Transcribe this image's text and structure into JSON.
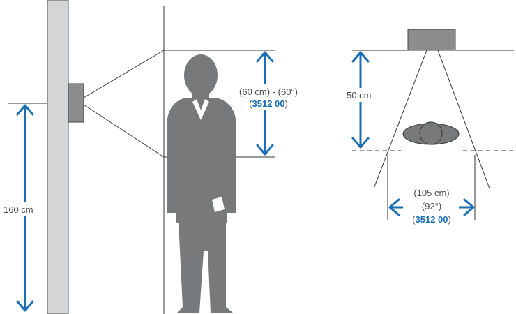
{
  "colors": {
    "arrow": "#1a6fb3",
    "accent_text": "#1a6fb3",
    "figure": "#77797b",
    "wall": "#d4d5d6",
    "device": "#8c8c8c",
    "line": "#333333",
    "text": "#4a4a4a"
  },
  "labels": {
    "mount_height": "160 cm",
    "fov_vertical": "(60 cm) - (60°)",
    "vertical_code_open": "(",
    "vertical_code": "3512 00",
    "vertical_code_close": ")",
    "ceiling_distance": "50 cm",
    "fov_width": "(105 cm)",
    "fov_angle": "(92°)",
    "top_code_open": "(",
    "top_code": "3512 00",
    "top_code_close": ")"
  }
}
